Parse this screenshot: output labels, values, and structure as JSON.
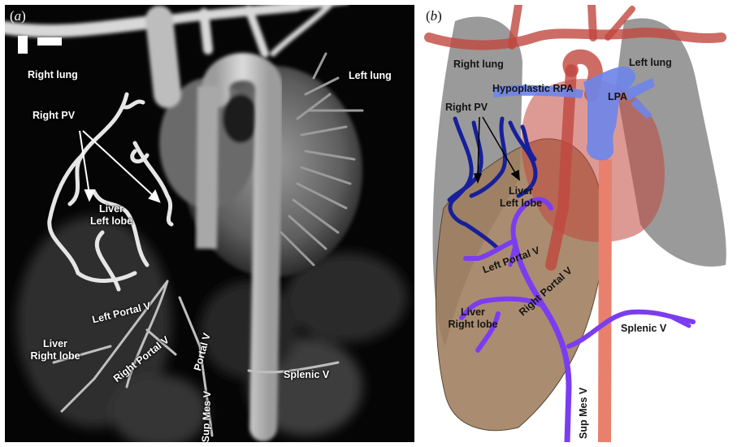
{
  "panel_a": {
    "tag": "a",
    "labels": {
      "right_lung": "Right lung",
      "left_lung": "Left lung",
      "right_pv": "Right PV",
      "liver_left_lobe_1": "Liver",
      "liver_left_lobe_2": "Left lobe",
      "left_portal_v": "Left Portal V",
      "liver_right_lobe_1": "Liver",
      "liver_right_lobe_2": "Right lobe",
      "right_portal_v": "Right Portal V",
      "portal_v": "Portal V",
      "sup_mes_v": "Sup Mes V",
      "splenic_v": "Splenic V"
    }
  },
  "panel_b": {
    "tag": "b",
    "labels": {
      "right_lung": "Right lung",
      "left_lung": "Left lung",
      "hypoplastic_rpa": "Hypoplastic RPA",
      "lpa": "LPA",
      "right_pv": "Right PV",
      "liver_left_lobe_1": "Liver",
      "liver_left_lobe_2": "Left lobe",
      "left_portal_v": "Left Portal V",
      "right_portal_v": "Right Portal V",
      "liver_right_lobe_1": "Liver",
      "liver_right_lobe_2": "Right lobe",
      "splenic_v": "Splenic V",
      "sup_mes_v": "Sup Mes V"
    },
    "colors": {
      "lung": "#8f8f8f",
      "heart_aorta": "#c1473e",
      "liver": "#9e7d5c",
      "pulmonary_artery": "#6f86e8",
      "pulmonary_vein": "#17209a",
      "portal_vein": "#7b3df0",
      "ivc": "#e8806d"
    }
  }
}
